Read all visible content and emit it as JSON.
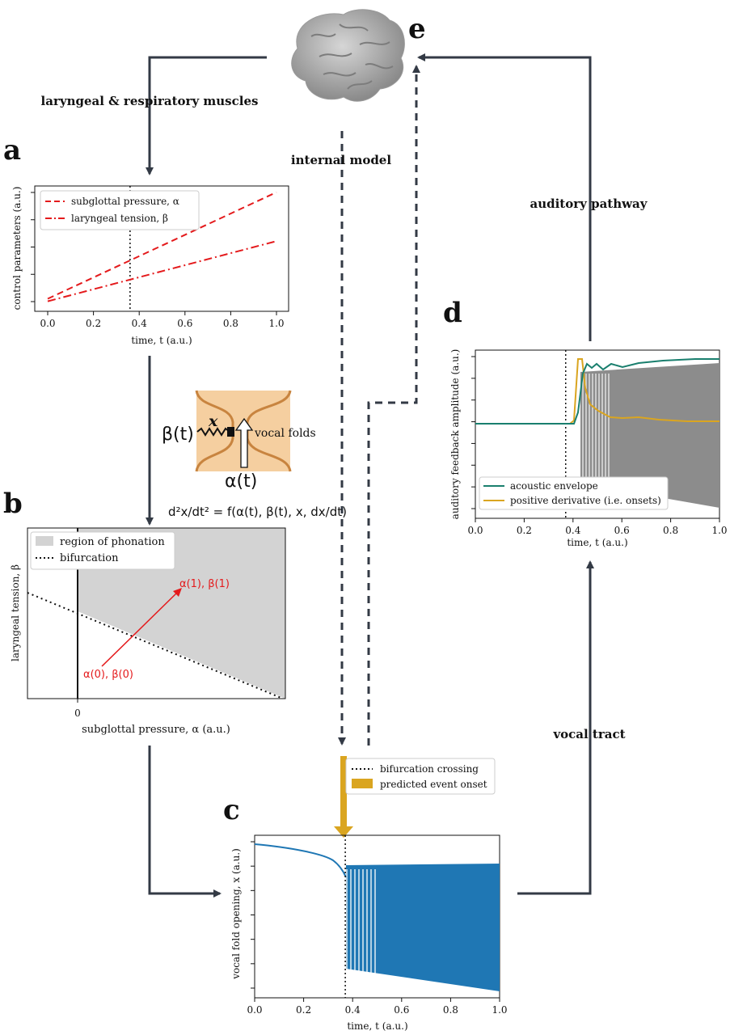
{
  "panel_letters": {
    "a": "a",
    "b": "b",
    "c": "c",
    "d": "d",
    "e": "e"
  },
  "flow_labels": {
    "laryngeal_muscles": "laryngeal & respiratory muscles",
    "internal_model": "internal model",
    "auditory_pathway": "auditory pathway",
    "vocal_tract": "vocal tract"
  },
  "vocal_folds_schematic": {
    "beta_label": "β(t)",
    "x_label": "x",
    "folds_label": "vocal folds",
    "alpha_label": "α(t)",
    "equation": "d²x/dt² = f(α(t), β(t), x, dx/dt)"
  },
  "colors": {
    "arrow": "#333a45",
    "red": "#e41a1c",
    "blue": "#1f77b4",
    "teal": "#1a7f6e",
    "gold": "#daa520",
    "gray": "#8c8c8c",
    "phonation": "#d3d3d3"
  },
  "chart_data": [
    {
      "id": "a",
      "type": "line",
      "xlabel": "time, t (a.u.)",
      "ylabel": "control parameters (a.u.)",
      "xlim": [
        0,
        1
      ],
      "ylim": [
        0,
        1
      ],
      "xticks": [
        "0.0",
        "0.2",
        "0.4",
        "0.6",
        "0.8",
        "1.0"
      ],
      "yticks_unlabeled": 5,
      "vline_x": 0.36,
      "legend": "top-left",
      "series": [
        {
          "name": "subglottal pressure, α",
          "style": "dashed",
          "x": [
            0,
            1
          ],
          "y": [
            0.1,
            0.95
          ]
        },
        {
          "name": "laryngeal tension, β",
          "style": "dashdot",
          "x": [
            0,
            1
          ],
          "y": [
            0.08,
            0.56
          ]
        }
      ]
    },
    {
      "id": "b",
      "type": "area",
      "xlabel": "subglottal pressure, α (a.u.)",
      "ylabel": "laryngeal tension, β",
      "xtick": "0",
      "legend": "top-left",
      "legend_items": [
        "region of phonation",
        "bifurcation"
      ],
      "start_label": "α(0), β(0)",
      "end_label": "α(1), β(1)"
    },
    {
      "id": "c",
      "type": "line",
      "xlabel": "time, t (a.u.)",
      "ylabel": "vocal fold opening, x (a.u.)",
      "xlim": [
        0,
        1
      ],
      "xticks": [
        "0.0",
        "0.2",
        "0.4",
        "0.6",
        "0.8",
        "1.0"
      ],
      "yticks_unlabeled": 7,
      "vline_x": 0.37,
      "legend": "top-left",
      "legend_items": [
        "bifurcation crossing",
        "predicted event onset"
      ],
      "onset_x": 0.37
    },
    {
      "id": "d",
      "type": "line",
      "xlabel": "time, t (a.u.)",
      "ylabel": "auditory feedback amplitude (a.u.)",
      "xlim": [
        0,
        1
      ],
      "xticks": [
        "0.0",
        "0.2",
        "0.4",
        "0.6",
        "0.8",
        "1.0"
      ],
      "yticks_unlabeled": 8,
      "vline_x": 0.37,
      "legend": "bottom-left",
      "series": [
        {
          "name": "acoustic envelope"
        },
        {
          "name": "positive derivative (i.e. onsets)"
        }
      ]
    }
  ]
}
